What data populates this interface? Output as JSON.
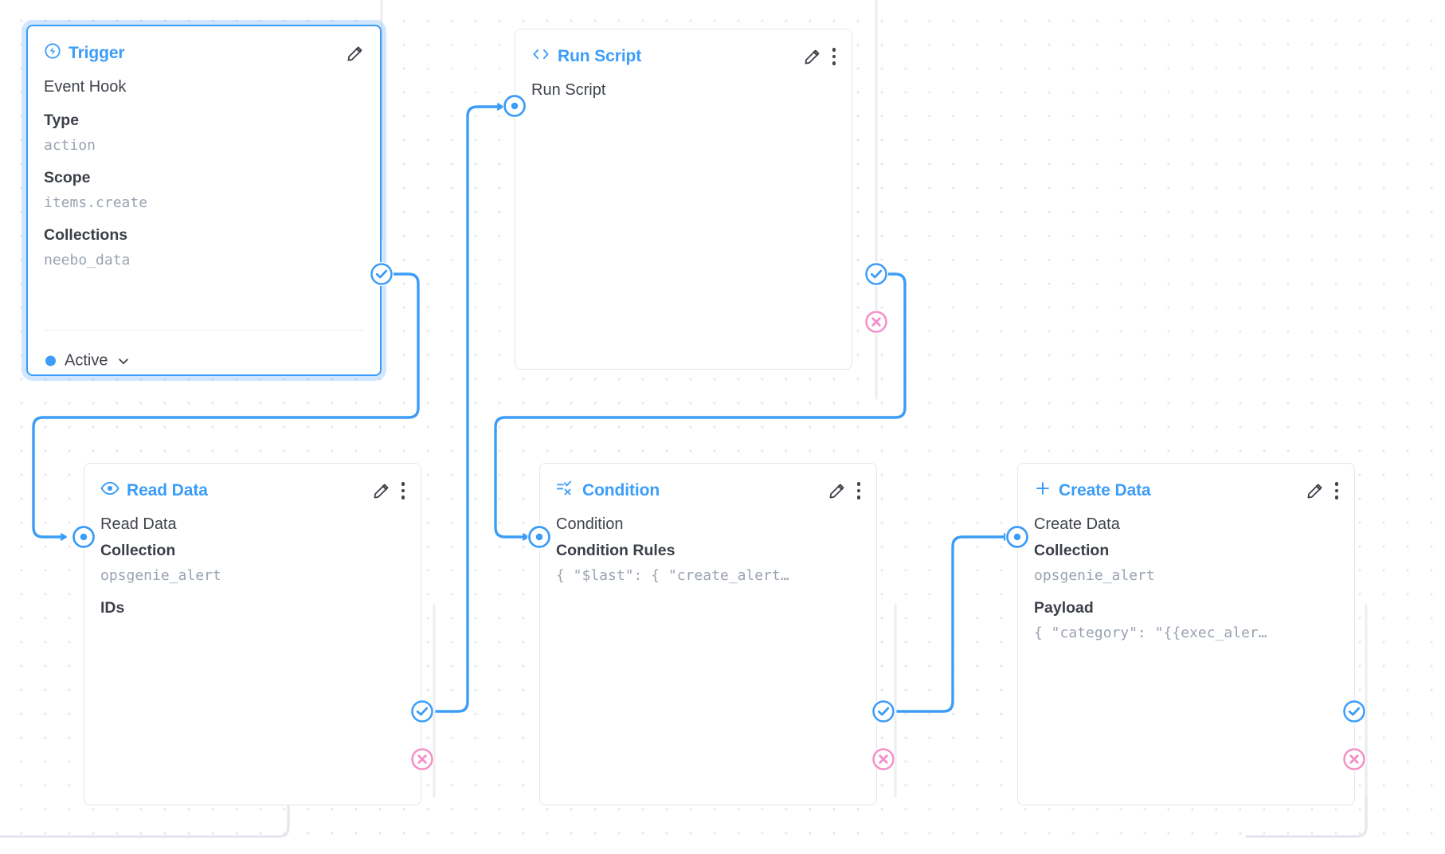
{
  "canvas": {
    "background": "#ffffff",
    "dot_color": "#e7e8ec",
    "accent": "#3b9df8",
    "error_color": "#f48fc9",
    "mono_value_color": "#9aa3b2"
  },
  "nodes": [
    {
      "id": "trigger",
      "title": "Trigger",
      "icon": "bolt-circle-icon",
      "selected": true,
      "row_label": "Event Hook",
      "fields": [
        {
          "label": "Type",
          "value": "action"
        },
        {
          "label": "Scope",
          "value": "items.create"
        },
        {
          "label": "Collections",
          "value": "neebo_data"
        }
      ],
      "status": {
        "label": "Active",
        "chevron": "chevron-down-icon",
        "dot_color": "#3b9df8"
      },
      "actions": [
        "edit-icon"
      ],
      "ports": {
        "success": true,
        "error": false,
        "input": false
      }
    },
    {
      "id": "run-script",
      "title": "Run Script",
      "icon": "code-brackets-icon",
      "selected": false,
      "row_label": "Run Script",
      "fields": [],
      "actions": [
        "edit-icon",
        "more-vertical-icon"
      ],
      "ports": {
        "success": true,
        "error": true,
        "input": true
      }
    },
    {
      "id": "read-data",
      "title": "Read Data",
      "icon": "eye-icon",
      "selected": false,
      "row_label": "Read Data",
      "fields": [
        {
          "label": "Collection",
          "value": "opsgenie_alert"
        },
        {
          "label": "IDs",
          "value": ""
        }
      ],
      "actions": [
        "edit-icon",
        "more-vertical-icon"
      ],
      "ports": {
        "success": true,
        "error": true,
        "input": true
      }
    },
    {
      "id": "condition",
      "title": "Condition",
      "icon": "condition-icon",
      "selected": false,
      "row_label": "Condition",
      "fields": [
        {
          "label": "Condition Rules",
          "value": "{ \"$last\": { \"create_alert…"
        }
      ],
      "actions": [
        "edit-icon",
        "more-vertical-icon"
      ],
      "ports": {
        "success": true,
        "error": true,
        "input": true
      }
    },
    {
      "id": "create-data",
      "title": "Create Data",
      "icon": "plus-icon",
      "selected": false,
      "row_label": "Create Data",
      "fields": [
        {
          "label": "Collection",
          "value": "opsgenie_alert"
        },
        {
          "label": "Payload",
          "value": "{ \"category\": \"{{exec_aler…"
        }
      ],
      "actions": [
        "edit-icon",
        "more-vertical-icon"
      ],
      "ports": {
        "success": true,
        "error": true,
        "input": true
      }
    }
  ],
  "port_labels": {
    "success": "success-port",
    "error": "error-port",
    "input": "input-port"
  }
}
